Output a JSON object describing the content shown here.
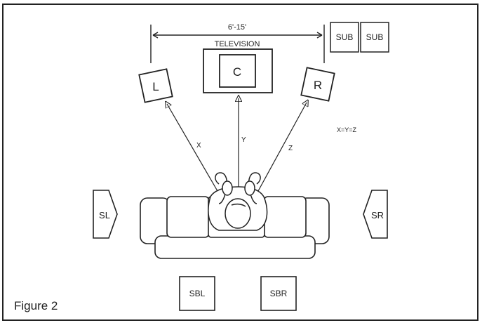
{
  "dimension": {
    "label": "6'-15'"
  },
  "television": {
    "label": "TELEVISION"
  },
  "speakers": {
    "center": "C",
    "left": "L",
    "right": "R",
    "sub1": "SUB",
    "sub2": "SUB",
    "surround_left": "SL",
    "surround_right": "SR",
    "surround_back_left": "SBL",
    "surround_back_right": "SBR"
  },
  "distances": {
    "x": "X",
    "y": "Y",
    "z": "Z",
    "equation": "X=Y=Z"
  },
  "caption": "Figure 2",
  "colors": {
    "line": "#222222",
    "background": "#ffffff"
  }
}
